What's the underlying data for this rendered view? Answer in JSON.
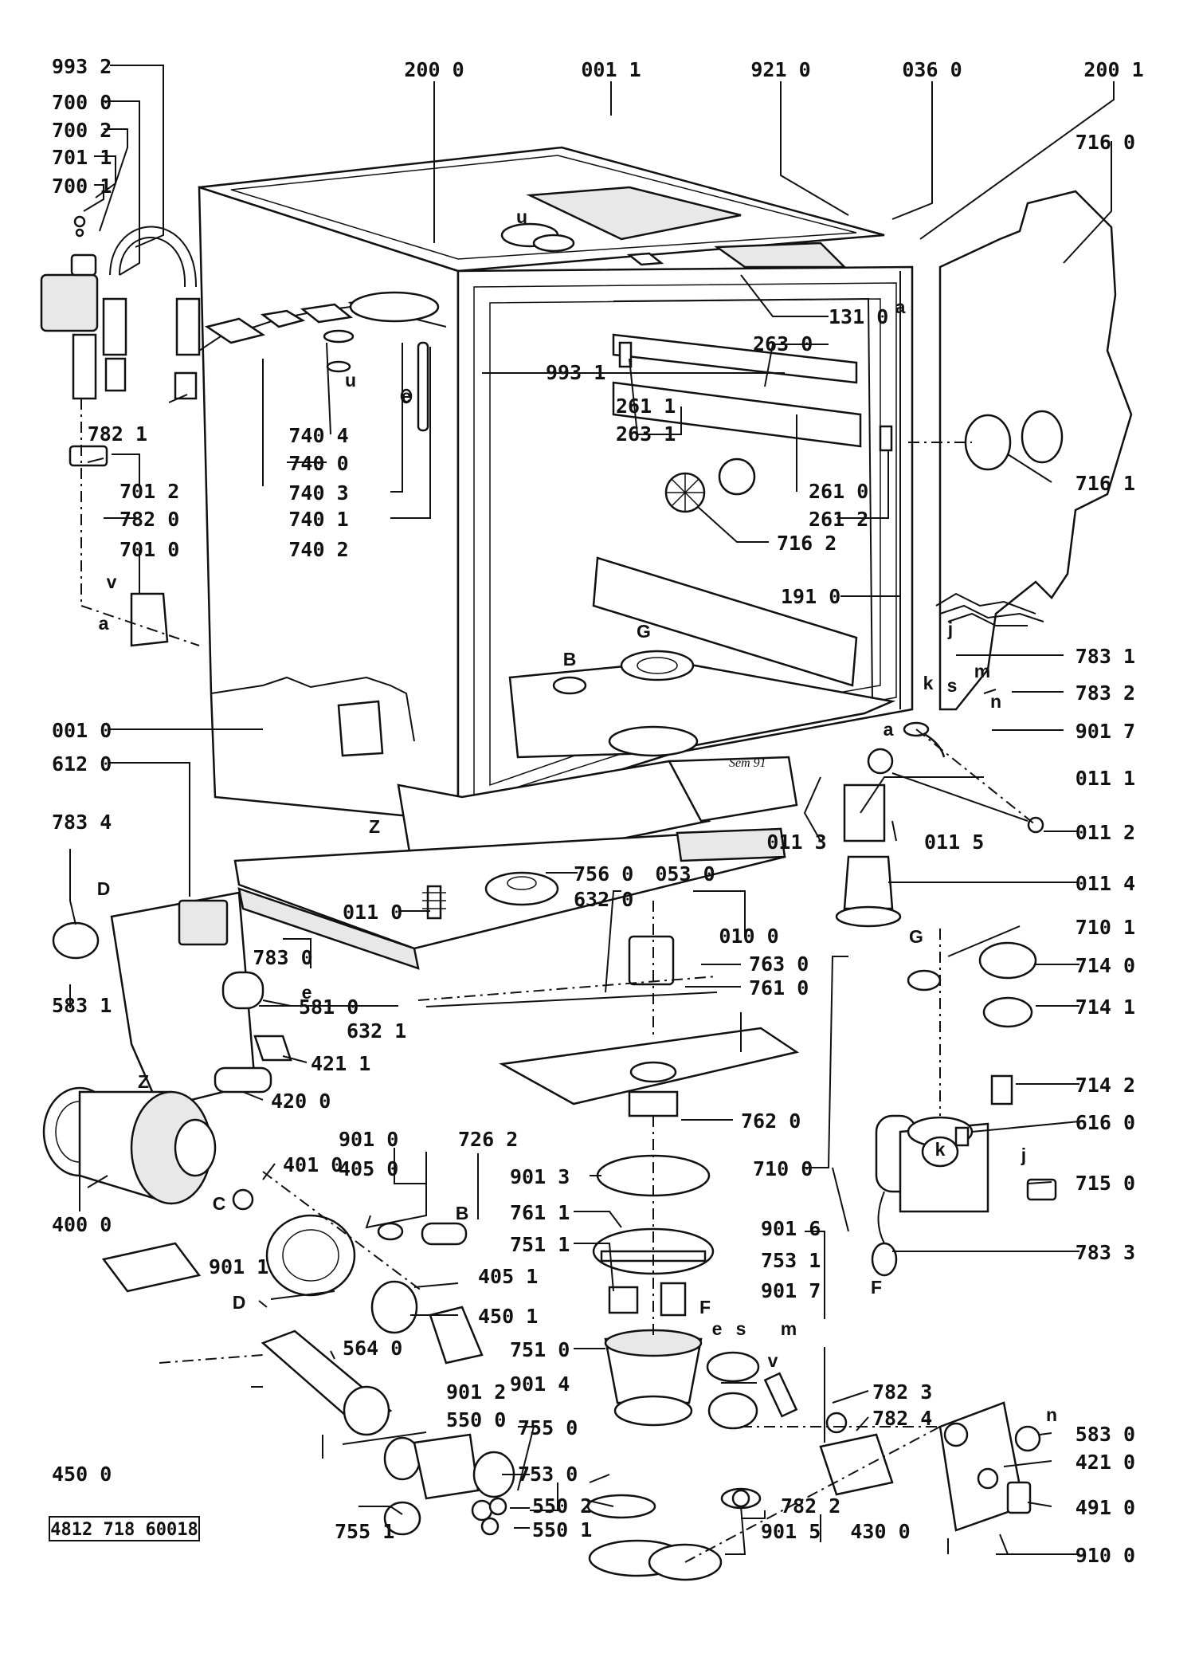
{
  "document_code": "4812 718 60018",
  "handwritten_date": "Sem 91",
  "labels": {
    "p9932": "993 2",
    "p7000": "700 0",
    "p7002": "700 2",
    "p7011": "701 1",
    "p7001": "700 1",
    "p2000": "200 0",
    "p0011": "001 1",
    "p9210": "921 0",
    "p0360": "036 0",
    "p2001": "200 1",
    "p7160": "716 0",
    "p1310": "131 0",
    "p2630": "263 0",
    "p9931": "993 1",
    "p2611": "261 1",
    "p2631": "263 1",
    "p7821": "782 1",
    "p7404": "740 4",
    "p7400": "740 0",
    "p7403": "740 3",
    "p7401": "740 1",
    "p7402": "740 2",
    "p7012": "701 2",
    "p7820": "782 0",
    "p7010": "701 0",
    "p2610": "261 0",
    "p2612": "261 2",
    "p7162": "716 2",
    "p7161": "716 1",
    "p1910": "191 0",
    "p7831": "783 1",
    "p7832": "783 2",
    "p9017a": "901 7",
    "p0010": "001 0",
    "p6120": "612 0",
    "p0111": "011 1",
    "p0113": "011 3",
    "p0115": "011 5",
    "p0112": "011 2",
    "p7834": "783 4",
    "p0110": "011 0",
    "p7560": "756 0",
    "p6320": "632 0",
    "p0530": "053 0",
    "p0114": "011 4",
    "p0100": "010 0",
    "p7101": "710 1",
    "p7830": "783 0",
    "p7630": "763 0",
    "p7140": "714 0",
    "p5810": "581 0",
    "p7610": "761 0",
    "p7141": "714 1",
    "p5831": "583 1",
    "p6321": "632 1",
    "p4211": "421 1",
    "p4200": "420 0",
    "p7142": "714 2",
    "p7620": "762 0",
    "p6160": "616 0",
    "p9010": "901 0",
    "p7262": "726 2",
    "p4050": "405 0",
    "p4010": "401 0",
    "p9013": "901 3",
    "p7100": "710 0",
    "p7150": "715 0",
    "p4000": "400 0",
    "p7611": "761 1",
    "p9016": "901 6",
    "p7833": "783 3",
    "p7511": "751 1",
    "p7531": "753 1",
    "p9011": "901 1",
    "p4051": "405 1",
    "p9017b": "901 7",
    "p4501": "450 1",
    "p7510": "751 0",
    "p5640": "564 0",
    "p9014": "901 4",
    "p9012": "901 2",
    "p7823": "782 3",
    "p5830": "583 0",
    "p5500": "550 0",
    "p7824": "782 4",
    "p7550": "755 0",
    "p4210": "421 0",
    "p4500": "450 0",
    "p7530": "753 0",
    "p5502": "550 2",
    "p7822": "782 2",
    "p4910": "491 0",
    "p7551": "755 1",
    "p5501": "550 1",
    "p9015": "901 5",
    "p4300": "430 0",
    "p9100": "910 0"
  },
  "letters": {
    "u1": "u",
    "u2": "u",
    "e1": "e",
    "v1": "v",
    "a1": "a",
    "a2": "a",
    "a3": "a",
    "B1": "B",
    "B2": "B",
    "G1": "G",
    "G2": "G",
    "j1": "j",
    "j2": "j",
    "k1": "k",
    "k2": "k",
    "s1": "s",
    "s2": "s",
    "m1": "m",
    "m2": "m",
    "n1": "n",
    "n2": "n",
    "Z1": "Z",
    "Z2": "Z",
    "D1": "D",
    "D2": "D",
    "C1": "C",
    "e2": "e",
    "e3": "e",
    "F1": "F",
    "F2": "F",
    "v2": "v"
  }
}
